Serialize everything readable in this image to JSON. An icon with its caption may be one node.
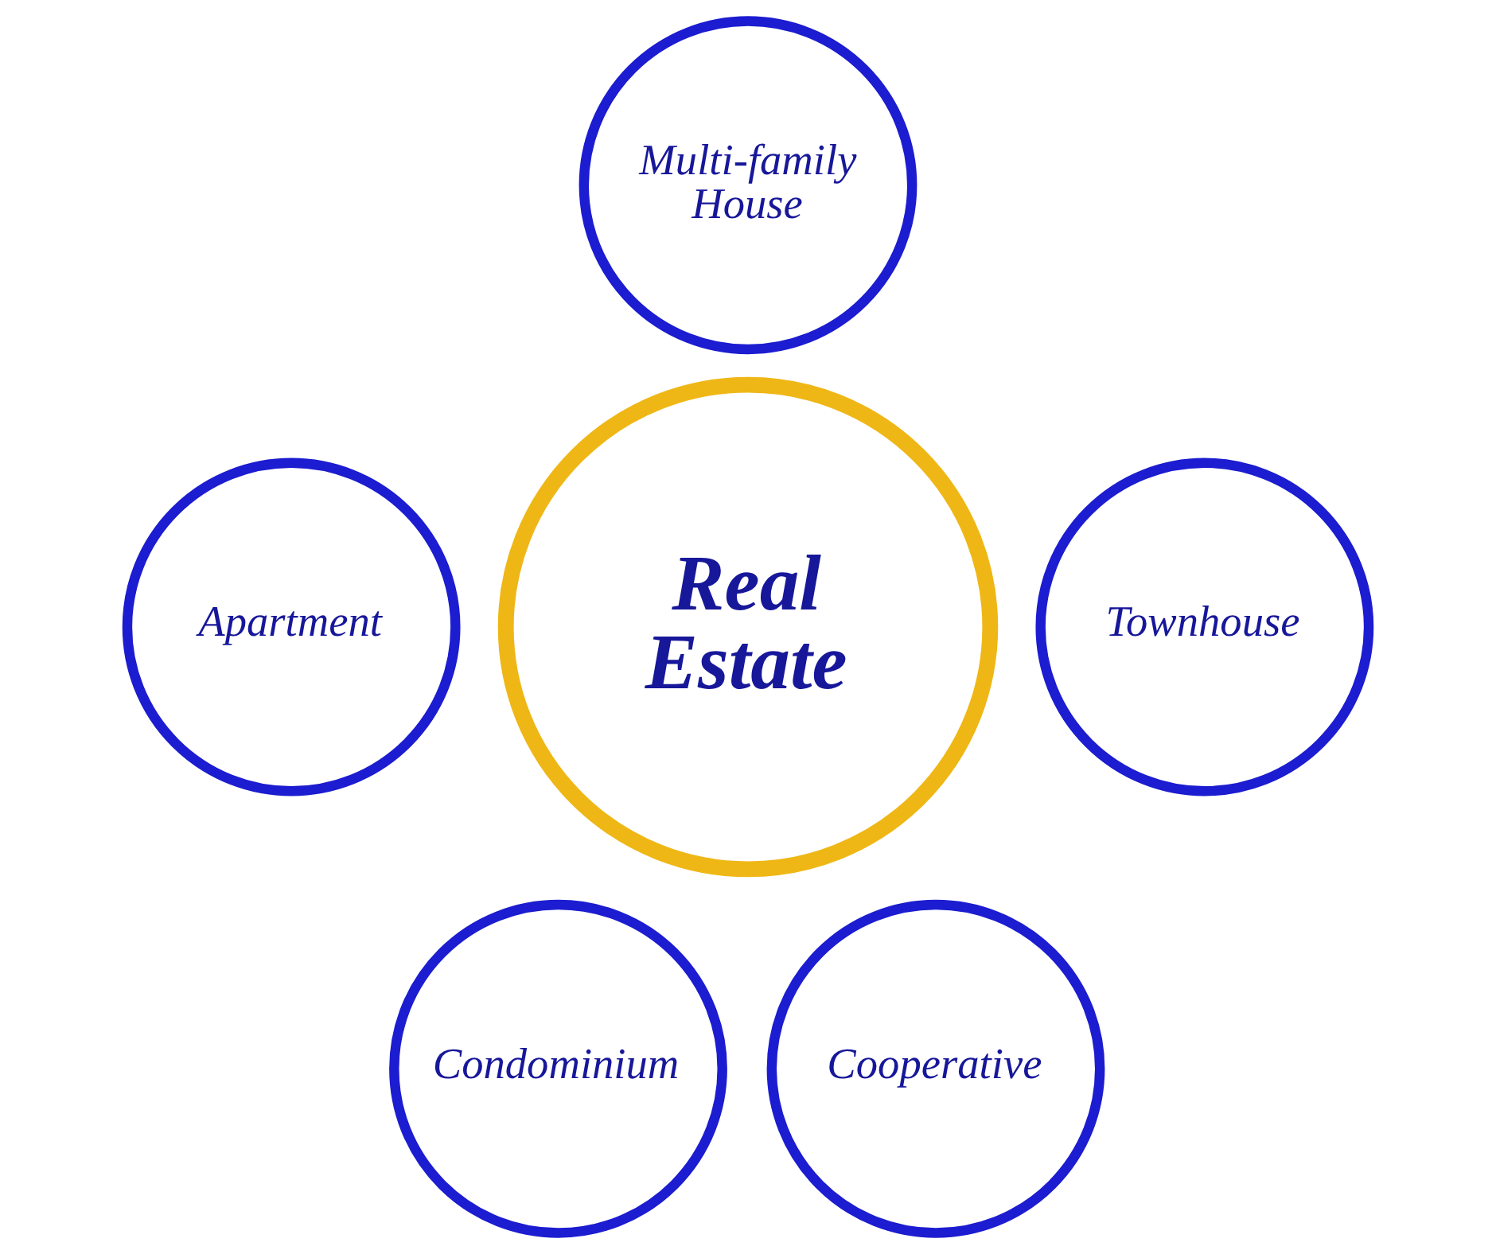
{
  "diagram": {
    "nodes": [
      {
        "text": [
          "Multi-family House"
        ]
      },
      {
        "text": [
          "Apartment"
        ]
      },
      {
        "text": [
          "Real Estate"
        ]
      },
      {
        "text": [
          "Townhouse"
        ]
      },
      {
        "text": [
          "Condominium"
        ]
      },
      {
        "text": [
          "Cooperative"
        ]
      }
    ]
  }
}
